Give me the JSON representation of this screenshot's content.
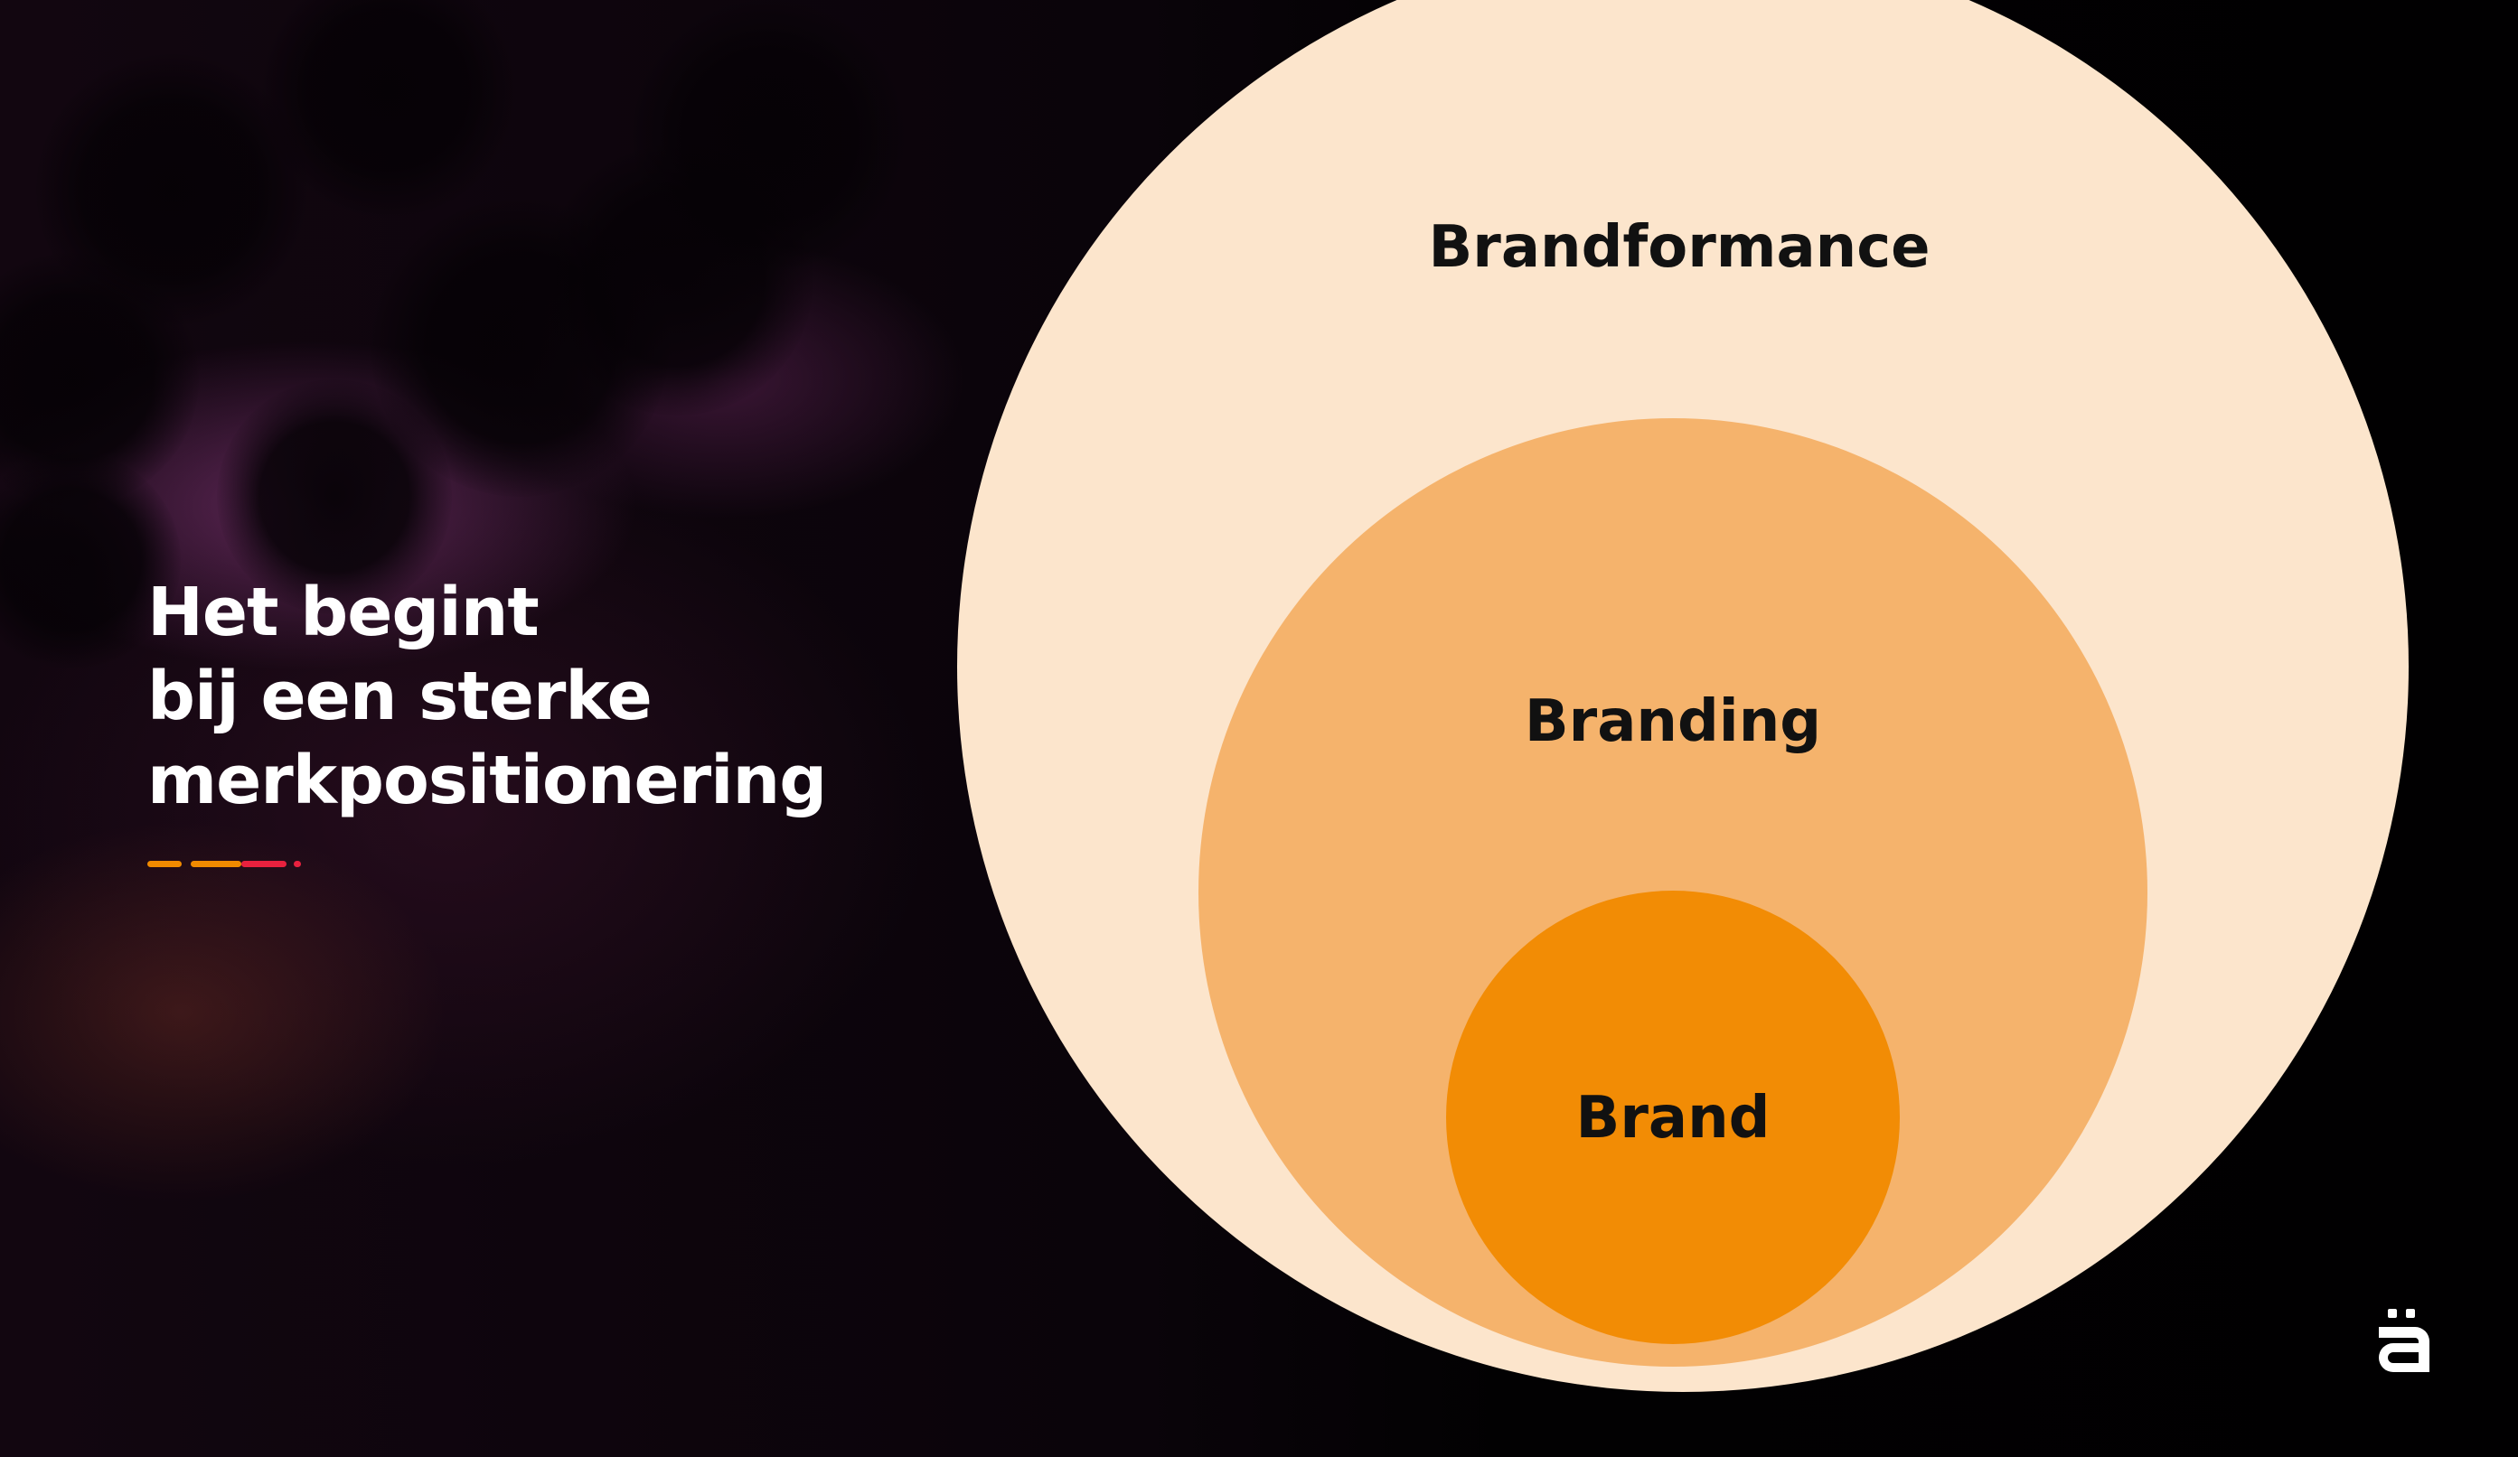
{
  "headline": {
    "lines": [
      "Het begint",
      "bij een sterke",
      "merkpositionering"
    ]
  },
  "diagram": {
    "type": "nested-circles",
    "circles": [
      {
        "label": "Brandformance",
        "color": "#fce5cc"
      },
      {
        "label": "Branding",
        "color": "#f5b36c"
      },
      {
        "label": "Brand",
        "color": "#f28c05"
      }
    ],
    "label_color": "#111111"
  },
  "accent_colors": [
    "#f08a00",
    "#f08a00",
    "#e8213e",
    "#e8213e"
  ],
  "background": {
    "base": "#050205",
    "glow": "#6e2c64"
  },
  "logo": {
    "icon": "a-umlaut-logo-icon",
    "color": "#ffffff"
  }
}
